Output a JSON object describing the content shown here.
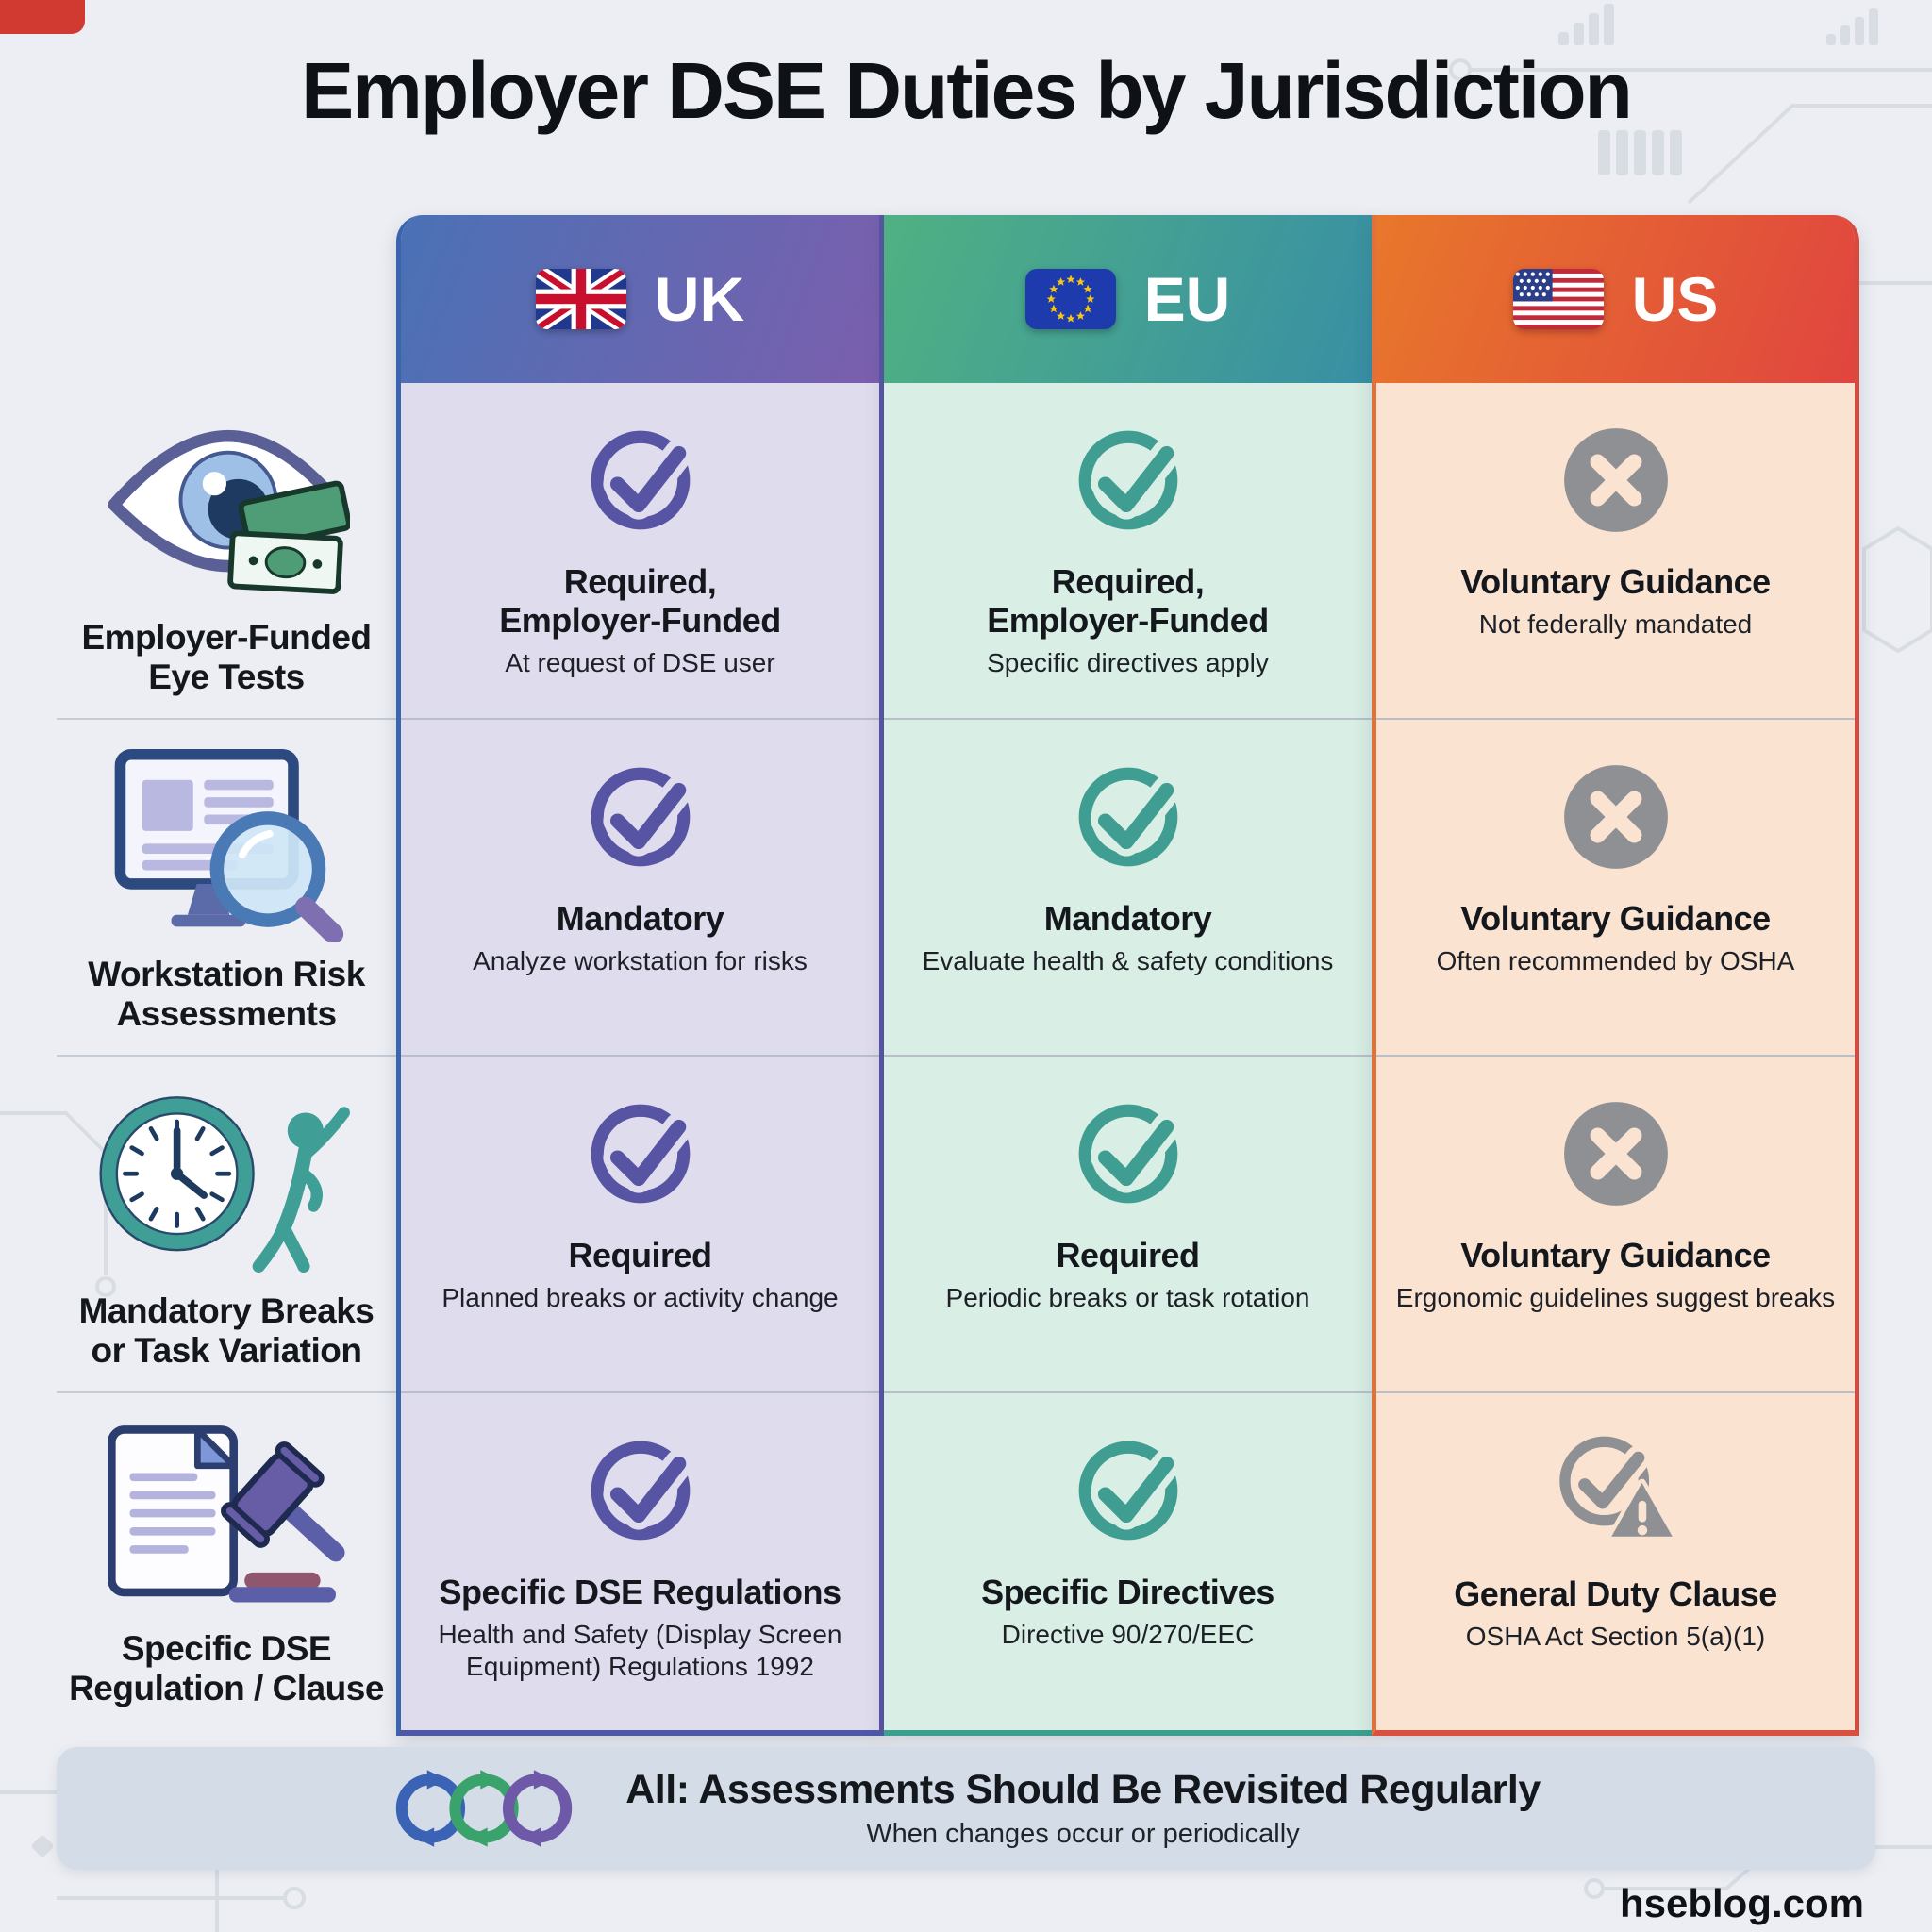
{
  "title": "Employer DSE Duties by Jurisdiction",
  "watermark": "hseblog.com",
  "columns": [
    {
      "label": "UK",
      "flag": "uk-flag-icon"
    },
    {
      "label": "EU",
      "flag": "eu-flag-icon"
    },
    {
      "label": "US",
      "flag": "us-flag-icon"
    }
  ],
  "rows": [
    {
      "label": "Employer-Funded\nEye Tests",
      "icon": "eye-money-icon",
      "uk": {
        "status": "check",
        "title": "Required,\nEmployer-Funded",
        "subtitle": "At request of DSE user"
      },
      "eu": {
        "status": "check",
        "title": "Required,\nEmployer-Funded",
        "subtitle": "Specific directives apply"
      },
      "us": {
        "status": "cross",
        "title": "Voluntary Guidance",
        "subtitle": "Not federally mandated"
      }
    },
    {
      "label": "Workstation Risk\nAssessments",
      "icon": "monitor-magnifier-icon",
      "uk": {
        "status": "check",
        "title": "Mandatory",
        "subtitle": "Analyze workstation for risks"
      },
      "eu": {
        "status": "check",
        "title": "Mandatory",
        "subtitle": "Evaluate health & safety conditions"
      },
      "us": {
        "status": "cross",
        "title": "Voluntary Guidance",
        "subtitle": "Often recommended by OSHA"
      }
    },
    {
      "label": "Mandatory Breaks\nor Task Variation",
      "icon": "clock-stretch-icon",
      "uk": {
        "status": "check",
        "title": "Required",
        "subtitle": "Planned breaks or activity change"
      },
      "eu": {
        "status": "check",
        "title": "Required",
        "subtitle": "Periodic breaks or task rotation"
      },
      "us": {
        "status": "cross",
        "title": "Voluntary Guidance",
        "subtitle": "Ergonomic guidelines suggest breaks"
      }
    },
    {
      "label": "Specific DSE\nRegulation / Clause",
      "icon": "document-gavel-icon",
      "uk": {
        "status": "check",
        "title": "Specific DSE Regulations",
        "subtitle": "Health and Safety (Display Screen\nEquipment) Regulations 1992"
      },
      "eu": {
        "status": "check",
        "title": "Specific Directives",
        "subtitle": "Directive 90/270/EEC"
      },
      "us": {
        "status": "check-warning",
        "title": "General Duty Clause",
        "subtitle": "OSHA Act Section 5(a)(1)"
      }
    }
  ],
  "footer": {
    "title": "All: Assessments Should Be Revisited Regularly",
    "subtitle": "When changes occur or periodically"
  },
  "colors": {
    "uk_header_gradient": [
      "#4a71b5",
      "#7b5fae"
    ],
    "eu_header_gradient": [
      "#4fb183",
      "#388fa4"
    ],
    "us_header_gradient": [
      "#e8772b",
      "#e0453f"
    ],
    "uk_cell_bg": "#dfdcee",
    "eu_cell_bg": "#d9eee4",
    "us_cell_bg": "#fbe3d2",
    "uk_accent": "#5854a4",
    "eu_accent": "#3f9d92",
    "us_neutral_gray": "#8f9094",
    "footer_bg": "#d4dde7",
    "page_bg": "#eceef3"
  }
}
